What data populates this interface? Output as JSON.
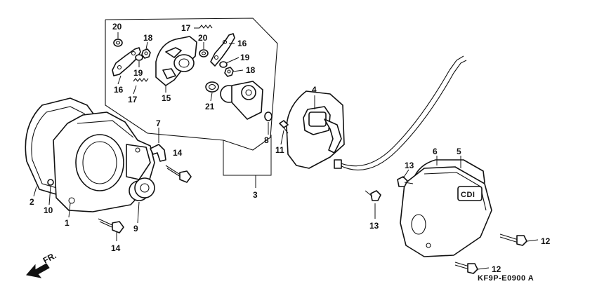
{
  "diagram": {
    "callouts": [
      {
        "id": "c20a",
        "text": "20"
      },
      {
        "id": "c18a",
        "text": "18"
      },
      {
        "id": "c19a",
        "text": "19"
      },
      {
        "id": "c16a",
        "text": "16"
      },
      {
        "id": "c17a",
        "text": "17"
      },
      {
        "id": "c17b",
        "text": "17"
      },
      {
        "id": "c15",
        "text": "15"
      },
      {
        "id": "c20b",
        "text": "20"
      },
      {
        "id": "c16b",
        "text": "16"
      },
      {
        "id": "c19b",
        "text": "19"
      },
      {
        "id": "c18b",
        "text": "18"
      },
      {
        "id": "c21",
        "text": "21"
      },
      {
        "id": "c4",
        "text": "4"
      },
      {
        "id": "c7",
        "text": "7"
      },
      {
        "id": "c14a",
        "text": "14"
      },
      {
        "id": "c8",
        "text": "8"
      },
      {
        "id": "c11",
        "text": "11"
      },
      {
        "id": "c3",
        "text": "3"
      },
      {
        "id": "c2",
        "text": "2"
      },
      {
        "id": "c10",
        "text": "10"
      },
      {
        "id": "c1",
        "text": "1"
      },
      {
        "id": "c9",
        "text": "9"
      },
      {
        "id": "c14b",
        "text": "14"
      },
      {
        "id": "c6",
        "text": "6"
      },
      {
        "id": "c5",
        "text": "5"
      },
      {
        "id": "c13a",
        "text": "13"
      },
      {
        "id": "c13b",
        "text": "13"
      },
      {
        "id": "c12a",
        "text": "12"
      },
      {
        "id": "c12b",
        "text": "12"
      }
    ],
    "direction_label": "FR.",
    "drawing_code": "KF9P-E0900 A",
    "cover_logo": "CDI"
  }
}
